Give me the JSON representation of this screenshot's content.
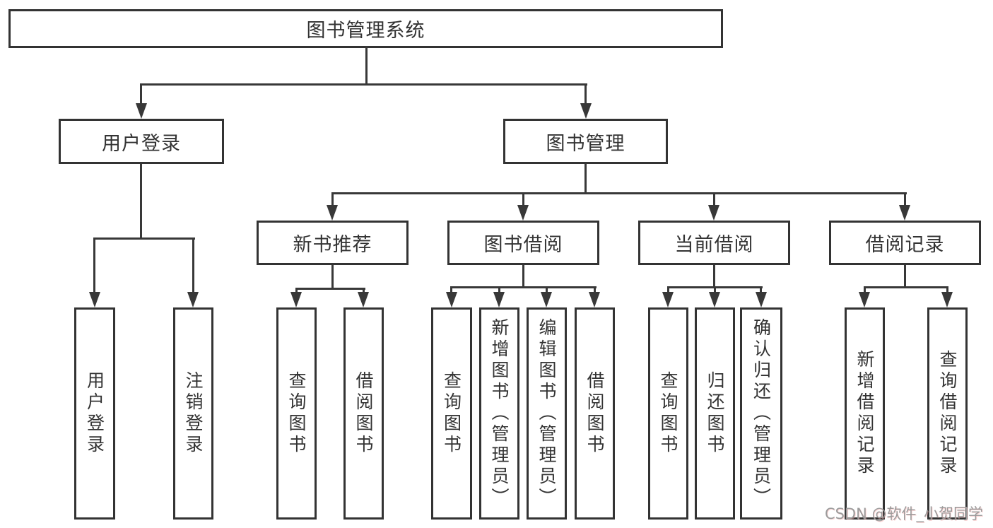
{
  "diagram": {
    "title_node": {
      "label": "图书管理系统"
    },
    "branches": [
      {
        "label": "用户登录"
      },
      {
        "label": "图书管理"
      }
    ],
    "sections": [
      {
        "label": "新书推荐"
      },
      {
        "label": "图书借阅"
      },
      {
        "label": "当前借阅"
      },
      {
        "label": "借阅记录"
      }
    ],
    "leaves": [
      {
        "label": "用户登录"
      },
      {
        "label": "注销登录"
      },
      {
        "label": "查询图书"
      },
      {
        "label": "借阅图书"
      },
      {
        "label": "查询图书"
      },
      {
        "label": "新增图书（管理员）"
      },
      {
        "label": "编辑图书（管理员）"
      },
      {
        "label": "借阅图书"
      },
      {
        "label": "查询图书"
      },
      {
        "label": "归还图书"
      },
      {
        "label": "确认归还（管理员）"
      },
      {
        "label": "新增借阅记录"
      },
      {
        "label": "查询借阅记录"
      }
    ]
  },
  "watermark": {
    "text": "CSDN @软件_小贺同学"
  },
  "colors": {
    "line": "#383838",
    "box_border": "#333333",
    "box_fill": "#ffffff",
    "background": "#ffffff",
    "watermark_text": "#9b9b9b"
  }
}
